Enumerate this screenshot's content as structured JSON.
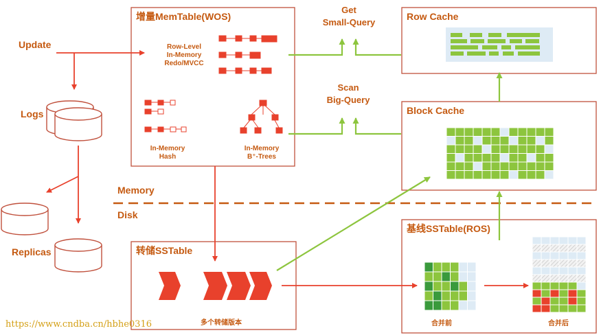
{
  "labels": {
    "update": "Update",
    "logs": "Logs",
    "replicas": "Replicas",
    "memtable_title": "增量MemTable(WOS)",
    "row_level_1": "Row-Level",
    "row_level_2": "In-Memory",
    "row_level_3": "Redo/MVCC",
    "hash_1": "In-Memory",
    "hash_2": "Hash",
    "btree_1": "In-Memory",
    "btree_2": "B⁺-Trees",
    "get_1": "Get",
    "get_2": "Small-Query",
    "scan_1": "Scan",
    "scan_2": "Big-Query",
    "row_cache": "Row Cache",
    "block_cache": "Block Cache",
    "memory": "Memory",
    "disk": "Disk",
    "dump_sstable": "转储SSTable",
    "dump_versions": "多个转储版本",
    "base_sstable": "基线SSTable(ROS)",
    "before_merge": "合并前",
    "after_merge": "合并后",
    "watermark": "https://www.cndba.cn/hbhe0316"
  },
  "colors": {
    "red": "#e8412c",
    "green": "#8dc53e",
    "dark_green": "#3a9a3c",
    "light_blue": "#deebf5",
    "label": "#c55a11",
    "box_border": "#c0503c"
  }
}
